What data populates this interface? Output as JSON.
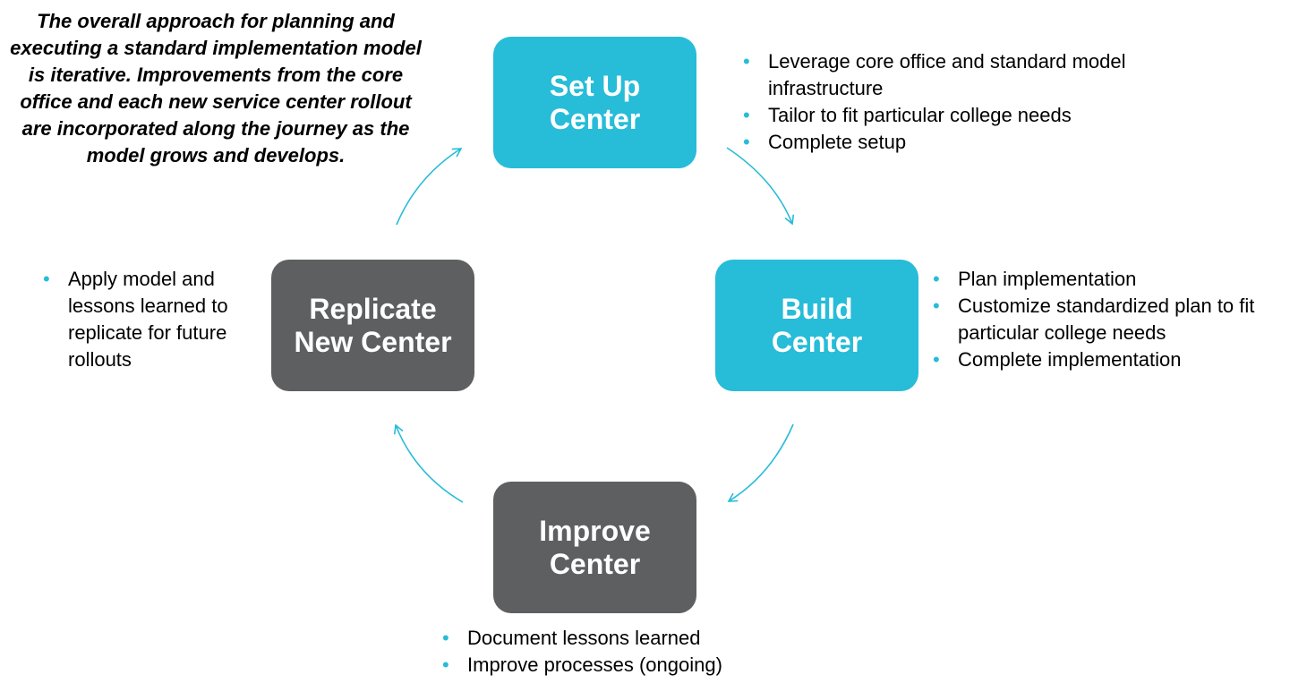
{
  "colors": {
    "teal": "#27BCD8",
    "gray": "#5E5F61",
    "arrow": "#27BCD8",
    "bullet": "#27BCD8",
    "box_text": "#FFFFFF"
  },
  "intro_text": "The overall approach for planning and executing a standard implementation  model is iterative. Improvements from the core office and each new service center rollout are incorporated along the journey as the model grows and develops.",
  "steps": {
    "setup": {
      "label": "Set Up\nCenter",
      "bullets": [
        "Leverage core office and standard model infrastructure",
        "Tailor to fit particular college needs",
        "Complete setup"
      ]
    },
    "build": {
      "label": "Build\nCenter",
      "bullets": [
        "Plan implementation",
        "Customize standardized plan to fit particular college needs",
        "Complete implementation"
      ]
    },
    "improve": {
      "label": "Improve\nCenter",
      "bullets": [
        "Document lessons learned",
        "Improve processes (ongoing)"
      ]
    },
    "replicate": {
      "label": "Replicate\nNew Center",
      "bullets": [
        "Apply model and lessons learned to replicate for future rollouts"
      ]
    }
  }
}
